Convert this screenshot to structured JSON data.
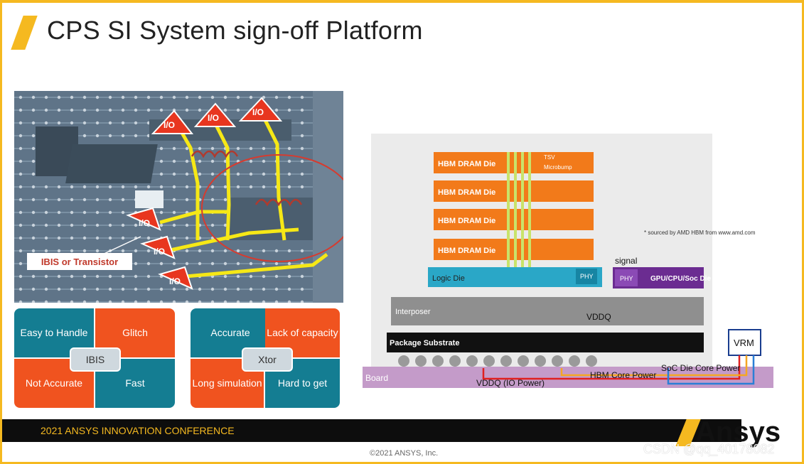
{
  "slide": {
    "title": "CPS SI System sign-off Platform",
    "accent_color": "#f5b920"
  },
  "pcb_image": {
    "io_labels": [
      "I/O",
      "I/O",
      "I/O",
      "I/O",
      "I/O",
      "I/O"
    ],
    "callout": "IBIS or Transistor"
  },
  "ibis_quad": {
    "top_left": "Easy to Handle",
    "top_right": "Glitch",
    "bottom_left": "Not Accurate",
    "bottom_right": "Fast",
    "center": "IBIS"
  },
  "xtor_quad": {
    "top_left": "Accurate",
    "top_right": "Lack of capacity",
    "bottom_left": "Long simulation",
    "bottom_right": "Hard to get",
    "center": "Xtor"
  },
  "hbm_diagram": {
    "dies": [
      "HBM DRAM Die",
      "HBM DRAM Die",
      "HBM DRAM Die",
      "HBM DRAM Die"
    ],
    "tsv_label": "TSV",
    "microbump_label": "Microbump",
    "source_note": "* sourced by AMD HBM from www.amd.com",
    "logic_die": "Logic Die",
    "phy_left": "PHY",
    "phy_right": "PHY",
    "gpu_die": "GPU/CPU/Soc Die",
    "signal": "signal",
    "interposer": "Interposer",
    "vddq": "VDDQ",
    "package": "Package Substrate",
    "vrm": "VRM",
    "board": "Board",
    "vddq_io": "VDDQ (IO Power)",
    "hbm_core": "HBM Core Power",
    "soc_core": "SoC Die Core Power"
  },
  "footer": {
    "conference": "2021 ANSYS INNOVATION CONFERENCE",
    "logo": "Ansys",
    "copyright": "©2021 ANSYS, Inc.",
    "watermark": "CSDN @qq_40178082"
  }
}
